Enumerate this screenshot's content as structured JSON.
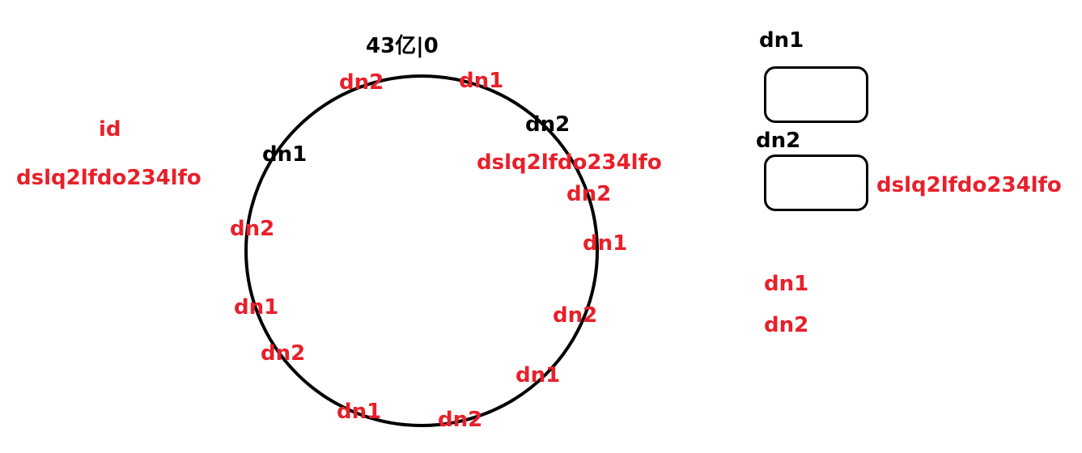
{
  "left_labels": {
    "id": "id",
    "key": "dslq2lfdo234lfo"
  },
  "ring": {
    "top_label": "43亿|0",
    "nodes": [
      "dn2",
      "dn1",
      "dn2",
      "dn1",
      "dn2",
      "dn1",
      "dn2",
      "dn1",
      "dn2",
      "dn1",
      "dn2",
      "dn1",
      "dn2"
    ],
    "key_label": "dslq2lfdo234lfo"
  },
  "servers": {
    "dn1": "dn1",
    "dn2": "dn2",
    "key_label": "dslq2lfdo234lfo",
    "bottom_dn1": "dn1",
    "bottom_dn2": "dn2"
  },
  "colors": {
    "red": "#e8202a",
    "black": "#000000"
  }
}
